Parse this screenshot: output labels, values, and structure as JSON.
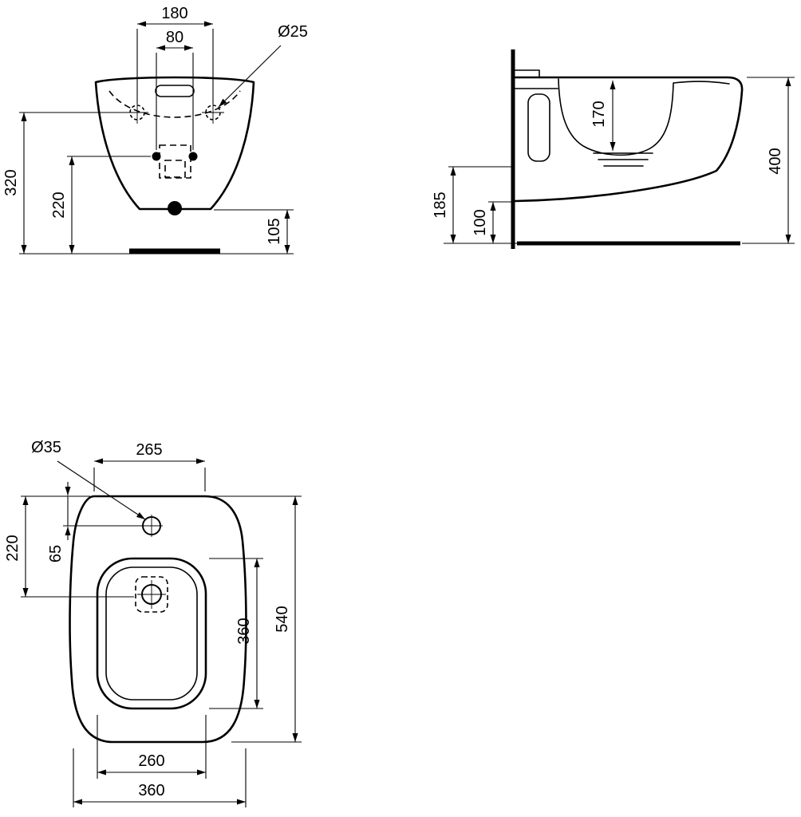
{
  "colors": {
    "line": "#000000",
    "background": "#ffffff"
  },
  "front_view": {
    "dim_hole_spacing": "180",
    "dim_bolt_spacing": "80",
    "dim_hole_diameter": "Ø25",
    "dim_height_total": "320",
    "dim_height_bolts": "220",
    "dim_height_rim": "105"
  },
  "side_view": {
    "dim_basin_depth": "170",
    "dim_height_floor_to_rim": "400",
    "dim_outlet_height": "185",
    "dim_inlet_height": "100"
  },
  "top_view": {
    "dim_tap_hole_diameter": "Ø35",
    "dim_back_width": "265",
    "dim_drain_offset": "220",
    "dim_tap_offset": "65",
    "dim_depth_total": "540",
    "dim_basin_length": "360",
    "dim_basin_width": "260",
    "dim_width_total": "360"
  }
}
